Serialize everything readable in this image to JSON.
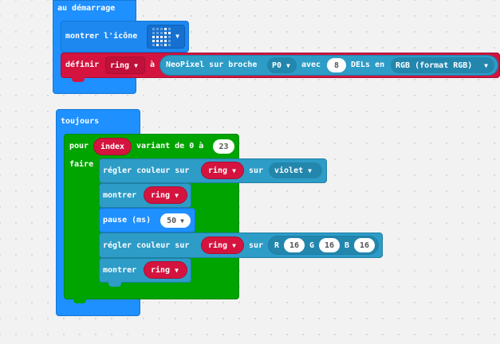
{
  "on_start": {
    "hat_label": "au démarrage",
    "show_icon_label": "montrer l'icône",
    "set_label": "définir",
    "set_var": "ring",
    "to_label": "à",
    "neopixel_label": "NeoPixel sur broche",
    "pin": "P0",
    "with_label": "avec",
    "leds": "8",
    "leds_label": "DELs en",
    "mode": "RGB (format RGB)"
  },
  "forever": {
    "hat_label": "toujours",
    "for_label": "pour",
    "index_var": "index",
    "range_label": "variant de 0 à",
    "range_end": "23",
    "do_label": "faire",
    "set_color_label_1": "régler couleur sur",
    "strip_1": "ring",
    "on_label_1": "sur",
    "color_1": "violet",
    "show_label_1": "montrer",
    "strip_2": "ring",
    "pause_label": "pause (ms)",
    "pause_value": "50",
    "set_color_label_2": "régler couleur sur",
    "strip_3": "ring",
    "on_label_2": "sur",
    "r_label": "R",
    "r_value": "16",
    "g_label": "G",
    "g_value": "16",
    "b_label": "B",
    "b_value": "16",
    "show_label_2": "montrer",
    "strip_4": "ring"
  },
  "colors": {
    "basic": "#1e90ff",
    "neopixel": "#2d9cc7",
    "loops": "#00a400",
    "variables": "#d4143f"
  },
  "icons": [
    "led-matrix-icon",
    "dropdown-caret-icon"
  ]
}
